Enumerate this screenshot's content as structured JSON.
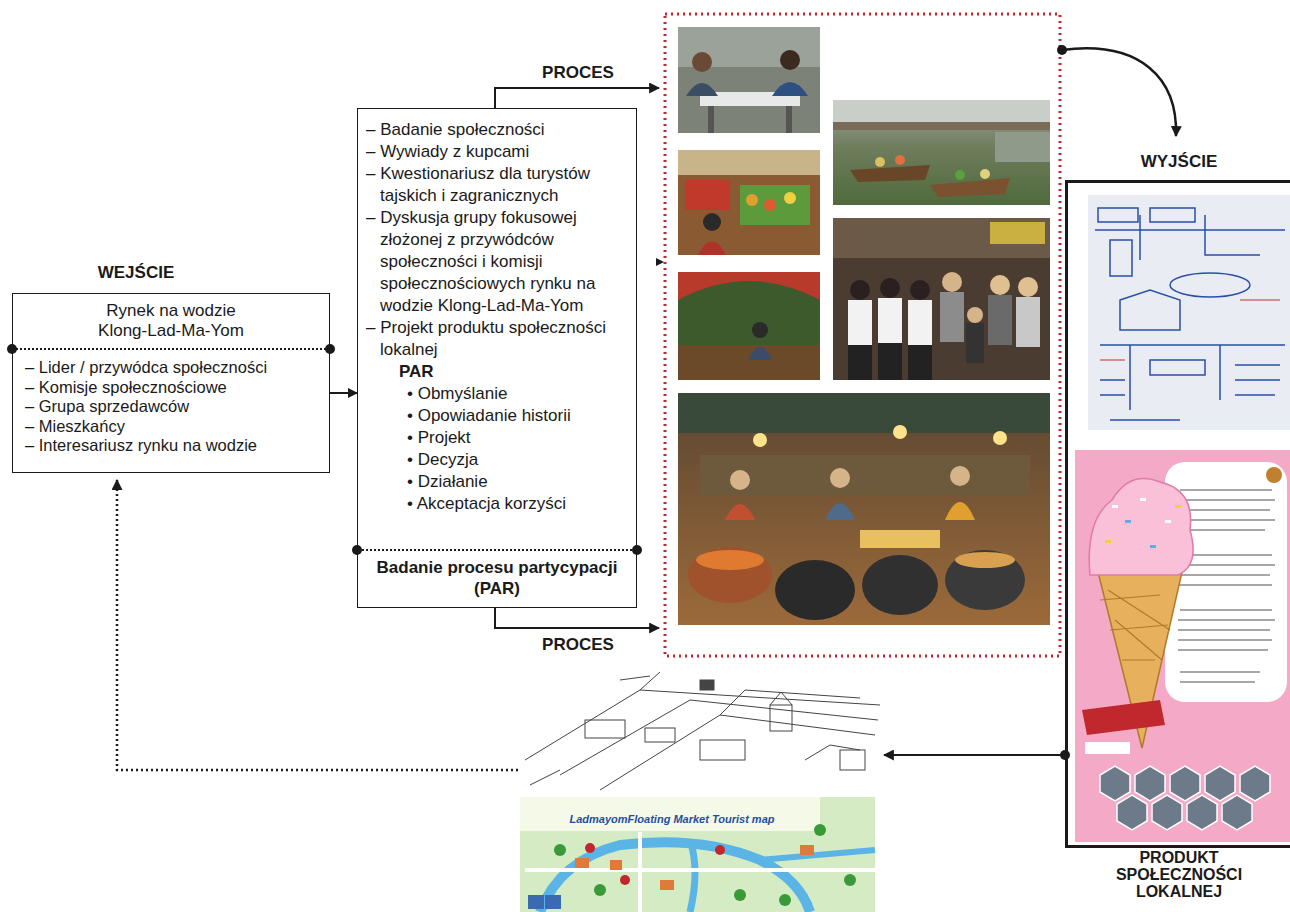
{
  "diagram": {
    "nodes": [
      {
        "text": [
          "WEJŚCIE",
          "Rynek na wodzie Klong-Lad-Ma-Yom",
          "– Lider / przywódca społeczności",
          "– Komisje społecznościowe",
          "– Grupa sprzedawców",
          "– Mieszkańcy",
          "– Interesariusz rynku na wodzie"
        ]
      },
      {
        "text": [
          "– Badanie społeczności",
          "– Wywiady z kupcami",
          "– Kwestionariusz dla turystów tajskich i zagranicznych",
          "– Dyskusja grupy fokusowej złożonej z przywódców społeczności i komisji społecznościowych rynku na wodzie Klong-Lad-Ma-Yom",
          "– Projekt produktu społeczności lokalnej",
          "PAR",
          "• Obmyślanie",
          "• Opowiadanie historii",
          "• Projekt",
          "• Decyzja",
          "• Działanie",
          "• Akceptacja korzyści",
          "Badanie procesu partycypacji (PAR)"
        ]
      },
      {
        "text": [
          "WYJŚCIE",
          "PRODUKT SPOŁECZNOŚCI LOKALNEJ"
        ]
      }
    ],
    "edges": [
      {
        "from": 0,
        "to": 1,
        "arrow": "to"
      }
    ],
    "labels": [
      "PROCES",
      "PROCES",
      "LadmayomFloating Market Tourist map"
    ]
  }
}
